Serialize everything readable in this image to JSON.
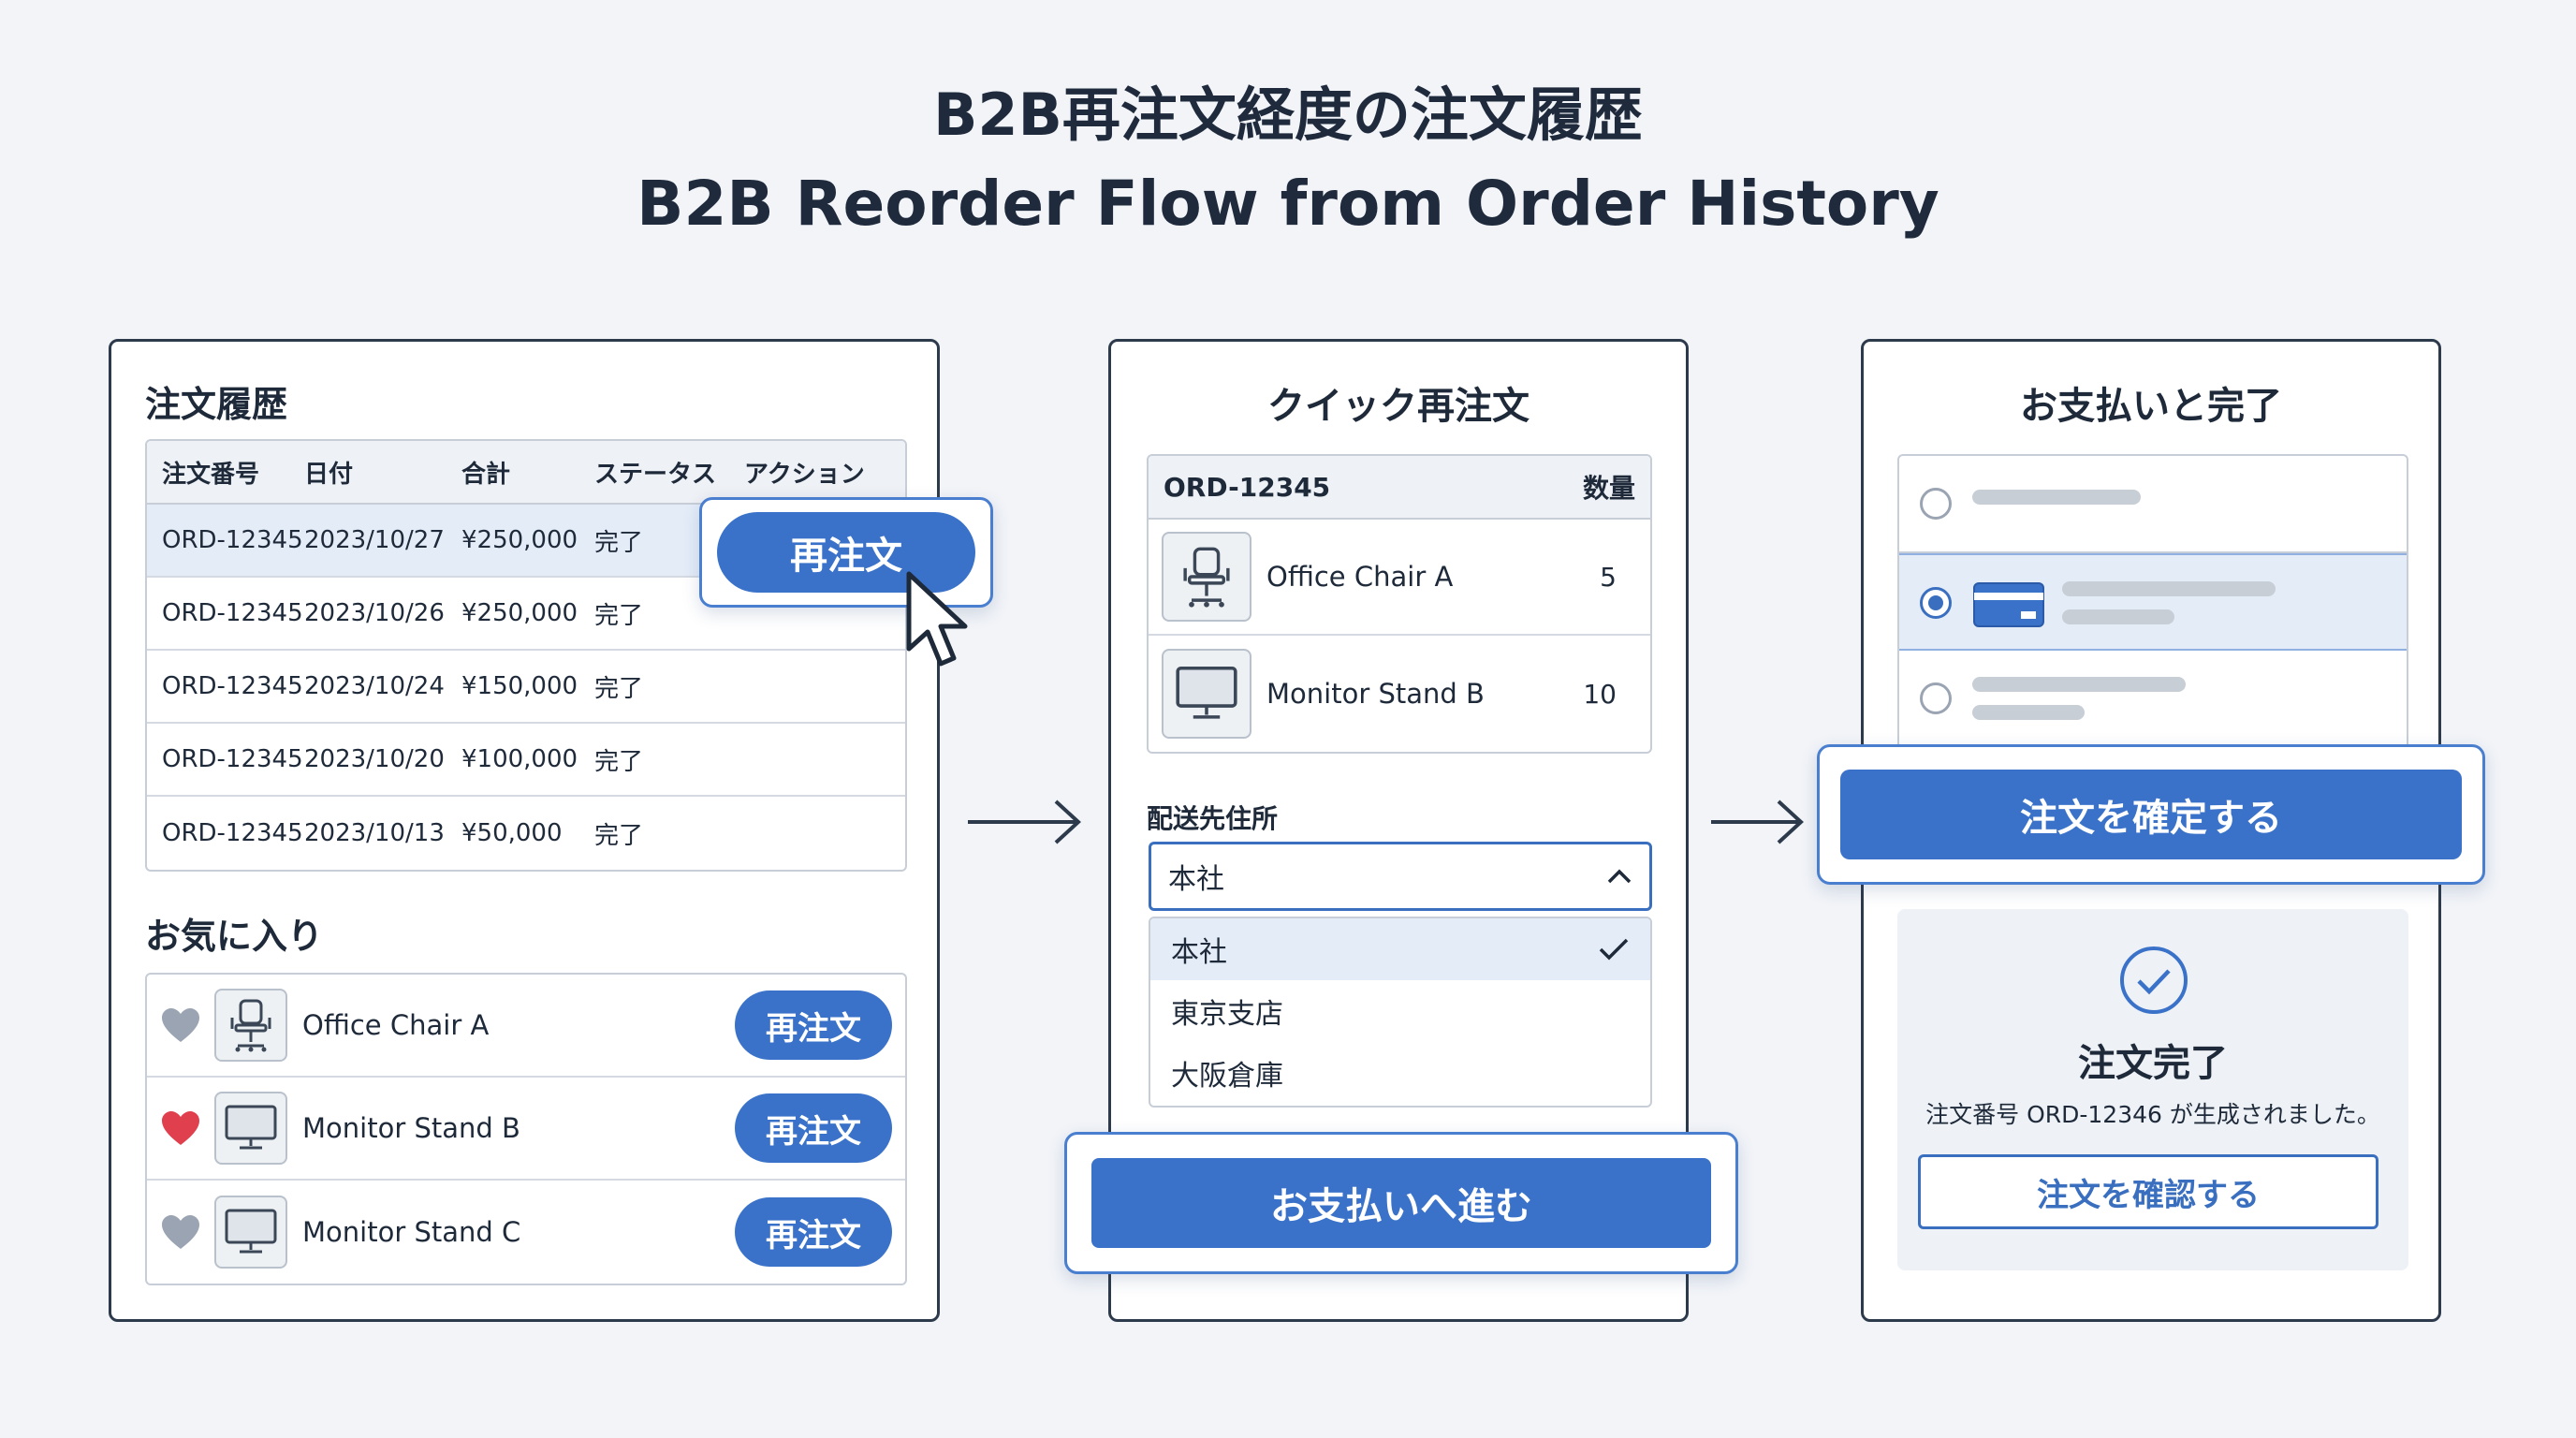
{
  "title": {
    "jp": "B2B再注文経度の注文履歴",
    "en": "B2B Reorder Flow from Order History"
  },
  "order_history": {
    "title": "注文履歴",
    "headers": [
      "注文番号",
      "日付",
      "合計",
      "ステータス",
      "アクション"
    ],
    "rows": [
      {
        "id": "ORD-12345",
        "date": "2023/10/27",
        "total": "¥250,000",
        "status": "完了"
      },
      {
        "id": "ORD-12345",
        "date": "2023/10/26",
        "total": "¥250,000",
        "status": "完了"
      },
      {
        "id": "ORD-12345",
        "date": "2023/10/24",
        "total": "¥150,000",
        "status": "完了"
      },
      {
        "id": "ORD-12345",
        "date": "2023/10/20",
        "total": "¥100,000",
        "status": "完了"
      },
      {
        "id": "ORD-12345",
        "date": "2023/10/13",
        "total": "¥50,000",
        "status": "完了"
      }
    ],
    "reorder_label": "再注文"
  },
  "favorites": {
    "title": "お気に入り",
    "items": [
      {
        "name": "Office Chair A",
        "reorder_label": "再注文",
        "favorited": false
      },
      {
        "name": "Monitor Stand B",
        "reorder_label": "再注文",
        "favorited": true
      },
      {
        "name": "Monitor Stand C",
        "reorder_label": "再注文",
        "favorited": false
      }
    ]
  },
  "quick_reorder": {
    "title": "クイック再注文",
    "order_id": "ORD-12345",
    "qty_header": "数量",
    "items": [
      {
        "name": "Office Chair A",
        "qty": "5"
      },
      {
        "name": "Monitor Stand B",
        "qty": "10"
      }
    ],
    "address_label": "配送先住所",
    "address_selected": "本社",
    "address_options": [
      "本社",
      "東京支店",
      "大阪倉庫"
    ],
    "proceed_label": "お支払いへ進む"
  },
  "payment": {
    "title": "お支払いと完了",
    "confirm_label": "注文を確定する",
    "done_title": "注文完了",
    "done_message": "注文番号 ORD-12346 が生成されました。",
    "view_order_label": "注文を確認する"
  },
  "colors": {
    "accent": "#3a72c9",
    "selected_row": "#e4ecf8",
    "heart_active": "#e0404e",
    "heart_inactive": "#9aa4b2"
  }
}
